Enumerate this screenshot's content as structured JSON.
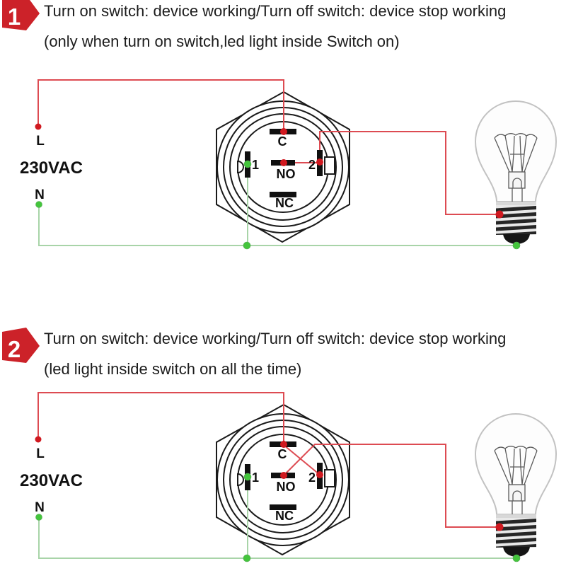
{
  "sections": [
    {
      "badge": "1",
      "title": "Turn on switch: device working/Turn off switch: device stop working",
      "subtitle": "(only when turn on switch,led light inside Switch on)",
      "diagram": {
        "voltage_label": "230VAC",
        "line_label": "L",
        "neutral_label": "N",
        "terminals": {
          "common": "C",
          "normally_open": "NO",
          "normally_closed": "NC",
          "led_1": "1",
          "led_2": "2"
        }
      }
    },
    {
      "badge": "2",
      "title": "Turn on switch: device working/Turn off switch: device stop working",
      "subtitle": "(led light inside switch on all the time)",
      "diagram": {
        "voltage_label": "230VAC",
        "line_label": "L",
        "neutral_label": "N",
        "terminals": {
          "common": "C",
          "normally_open": "NO",
          "normally_closed": "NC",
          "led_1": "1",
          "led_2": "2"
        }
      }
    }
  ],
  "colors": {
    "badge_red": "#cc2229",
    "wire_live": "#dd4b52",
    "dot_live": "#d01920",
    "wire_neutral": "#a8d4a8",
    "dot_neutral": "#44c53c"
  }
}
